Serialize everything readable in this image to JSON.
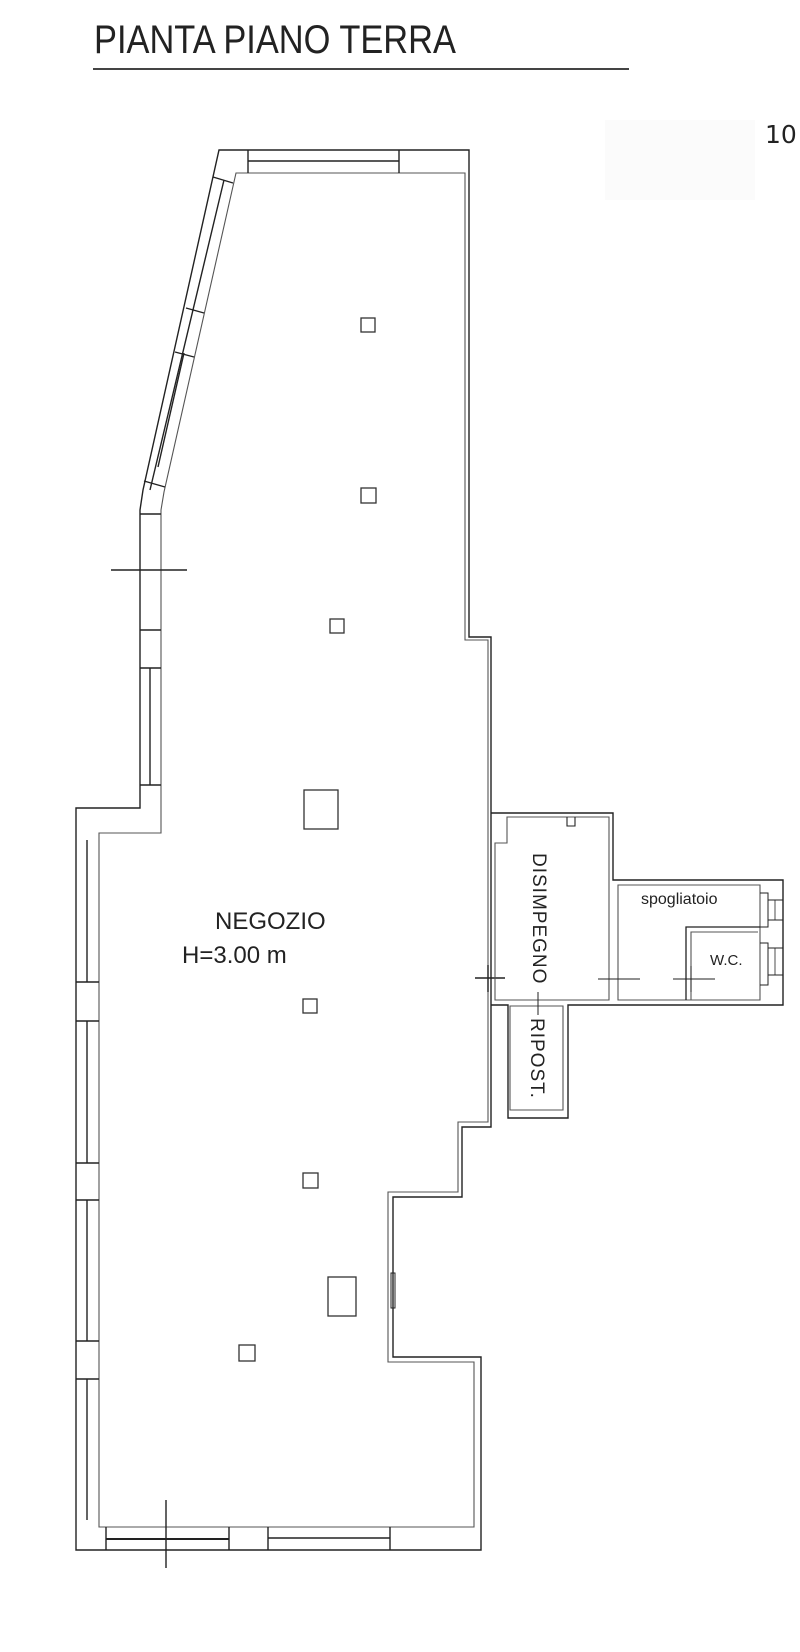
{
  "header": {
    "title": "PIANTA PIANO TERRA",
    "page_number": "10"
  },
  "plan": {
    "rooms": [
      {
        "name": "NEGOZIO",
        "height": "H=3.00 m"
      },
      {
        "name": "DISIMPEGNO"
      },
      {
        "name": "RIPOST."
      },
      {
        "name": "spogliatoio"
      },
      {
        "name": "W.C."
      }
    ],
    "colors": {
      "line": "#222222",
      "background": "#ffffff"
    }
  }
}
